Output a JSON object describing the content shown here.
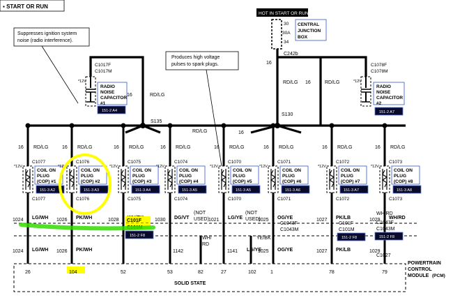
{
  "header": {
    "start_run": "START OR RUN",
    "hot_box": "HOT IN START OR RUN"
  },
  "callouts": {
    "suppress": [
      "Suppresses ignition system",
      "noise (radio interference)."
    ],
    "produces": [
      "Produces high voltage",
      "pulses to spark plugs."
    ]
  },
  "junction_box": {
    "fuses": [
      "30",
      "30A",
      "34"
    ],
    "label": [
      "CENTRAL",
      "JUNCTION",
      "BOX"
    ],
    "connector": "C242b"
  },
  "capacitors": [
    {
      "top": [
        "C1017F",
        "C1017M"
      ],
      "v": "*12V",
      "label": [
        "RADIO",
        "NOISE",
        "CAPACITOR",
        "#1"
      ],
      "ref": "151-2 A4"
    },
    {
      "top": [
        "C1078F",
        "C1078M"
      ],
      "v": "*12V",
      "label": [
        "RADIO",
        "NOISE",
        "CAPACITOR",
        "#2"
      ],
      "ref": "151-2 A7"
    }
  ],
  "splices": {
    "left": "S135",
    "right": "S130"
  },
  "wire_labels": {
    "num16": "16",
    "rdlg": "RD/LG",
    "wh_pk": "WH/PK",
    "wh_rd": "WH/RD",
    "c101f": "C101F",
    "c101m": "C101M",
    "ref_f8": "151-2 F8",
    "c1043f": "C1043F",
    "c1043m": "C1043M",
    "c1027": "C1027",
    "not_used": [
      "(NOT",
      "USED)"
    ],
    "ye_bk": "YE/BK",
    "wh_rd2": [
      "WH/",
      "RD"
    ]
  },
  "coils": [
    {
      "top": "C1077",
      "bot": "C1077",
      "label": [
        "COIL ON",
        "PLUG",
        "(COP) #1"
      ],
      "ref": "151-3 A2",
      "v": "*12V",
      "circuit": "1024",
      "color": "LG/WH",
      "pin": "26"
    },
    {
      "top": "C1076",
      "bot": "C1076",
      "label": [
        "COIL ON",
        "PLUG",
        "(COP) #2"
      ],
      "ref": "151-3 A3",
      "v": "*12V",
      "circuit": "1026",
      "color": "PK/WH",
      "pin": "104"
    },
    {
      "top": "C1075",
      "bot": "C1075",
      "label": [
        "COIL ON",
        "PLUG",
        "(COP) #3"
      ],
      "ref": "151-3 A4",
      "v": "*12V",
      "circuit": "1028",
      "color": "WH/PK",
      "pin": "52"
    },
    {
      "top": "C1074",
      "bot": "C1074",
      "label": [
        "COIL ON",
        "PLUG",
        "(COP) #4"
      ],
      "ref": "151-3 A5",
      "v": "*12V",
      "circuit": "1030",
      "color": "DG/VT",
      "pin": "53"
    },
    {
      "top": "C1070",
      "bot": "C1070",
      "label": [
        "COIL ON",
        "PLUG",
        "(COP) #5"
      ],
      "ref": "151-3 A5",
      "v": "*12V",
      "circuit": "1021",
      "color": "LG/YE",
      "pin": "27"
    },
    {
      "top": "C1071",
      "bot": "C1071",
      "label": [
        "COIL ON",
        "PLUG",
        "(COP) #6"
      ],
      "ref": "151-3 A6",
      "v": "*12V",
      "circuit": "1025",
      "color": "OG/YE",
      "pin": "1"
    },
    {
      "top": "C1072",
      "bot": "C1072",
      "label": [
        "COIL ON",
        "PLUG",
        "(COP) #7"
      ],
      "ref": "151-3 A7",
      "v": "*12V",
      "circuit": "1027",
      "color": "PK/LB",
      "pin": "78"
    },
    {
      "top": "C1073",
      "bot": "C1073",
      "label": [
        "COIL ON",
        "PLUG",
        "(COP) #8"
      ],
      "ref": "151-3 A8",
      "v": "*12V",
      "circuit": "1029",
      "color": "WH/RD",
      "pin": "79"
    }
  ],
  "pcm_bottom": {
    "items": [
      {
        "circuit": "1024",
        "color": "LG/WH"
      },
      {
        "circuit": "1026",
        "color": "PK/WH"
      },
      {
        "circuit": "1142",
        "color": ""
      },
      {
        "circuit": "1141",
        "color": "LG/YE"
      },
      {
        "circuit": "1025",
        "color": "OG/YE"
      },
      {
        "circuit": "1027",
        "color": "PK/LB"
      },
      {
        "circuit": "1029",
        "color": ""
      }
    ],
    "pins_extra": [
      "82",
      "102"
    ]
  },
  "pcm": {
    "label": [
      "POWERTRAIN",
      "CONTROL",
      "MODULE",
      "(PCM)"
    ],
    "solid_state": "SOLID STATE"
  },
  "colors": {
    "line": "#000000",
    "highlight_yellow": "#ffff00",
    "highlight_green": "#33dd00",
    "ref_box": "#0a0a2a"
  }
}
